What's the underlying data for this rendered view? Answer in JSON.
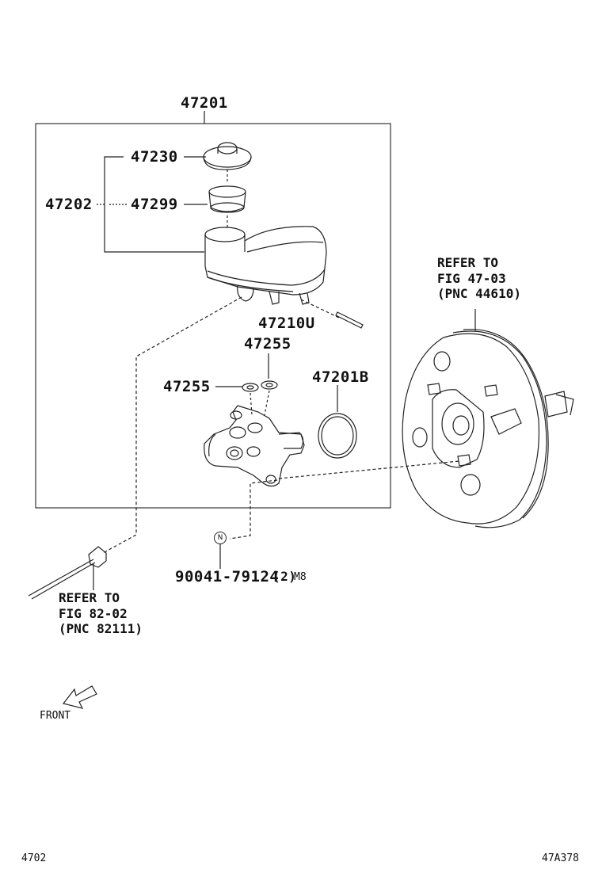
{
  "parts": {
    "assembly": "47201",
    "cap": "47230",
    "strainer": "47299",
    "reservoir_set": "47202",
    "pin": "47210U",
    "grommet_upper": "47255",
    "grommet_lower": "47255",
    "oring": "47201B",
    "nut_number": "90041-79124",
    "nut_qty": "(2)",
    "nut_size": "M8",
    "nut_marker": "N"
  },
  "refs": {
    "booster": [
      "REFER TO",
      "FIG 47-03",
      "(PNC 44610)"
    ],
    "cable": [
      "REFER TO",
      "FIG 82-02",
      "(PNC 82111)"
    ]
  },
  "front_label": "FRONT",
  "footer": {
    "left": "4702",
    "right": "47A378"
  }
}
